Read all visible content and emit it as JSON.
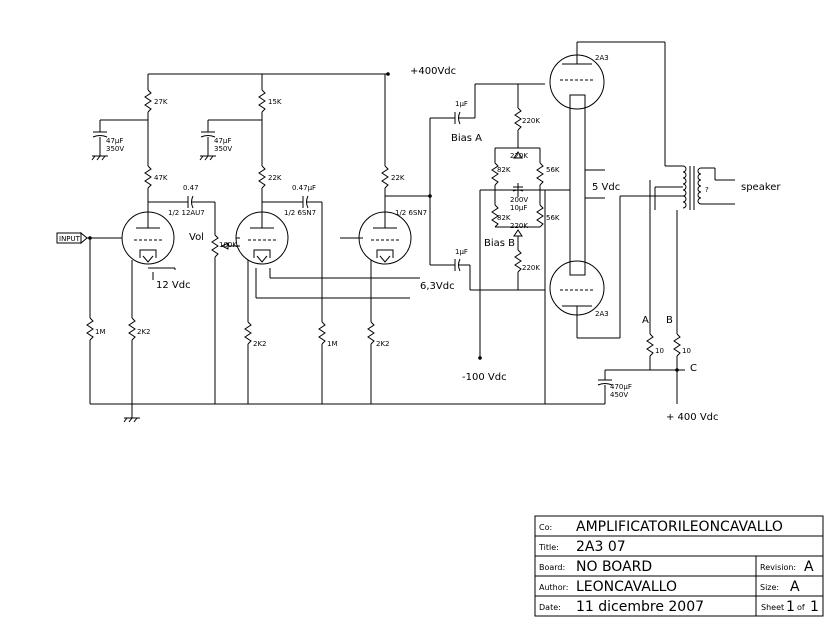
{
  "supply": {
    "b_plus": "+400Vdc",
    "filament_5v": "5 Vdc",
    "filament_6v3": "6,3Vdc",
    "bias_neg": "-100 Vdc",
    "heater_12v": "12 Vdc",
    "b_plus_out": "+ 400 Vdc"
  },
  "tubes": {
    "v1": "1/2 12AU7",
    "v2": "1/2 6SN7",
    "v3": "1/2 6SN7",
    "v4": "2A3",
    "v5": "2A3"
  },
  "components": {
    "r27k": "27K",
    "r47k": "47K",
    "r15k": "15K",
    "r22k_a": "22K",
    "r22k_b": "22K",
    "c47u_a": "47μF",
    "c350_a": "350V",
    "c47u_b": "47μF",
    "c350_b": "350V",
    "c047_a": "0.47",
    "c047_b": "0.47μF",
    "vol": "Vol",
    "r100k": "100K",
    "r1m_a": "1M",
    "r2k2_a": "2K2",
    "r2k2_b": "2K2",
    "r1m_b": "1M",
    "r2k2_c": "2K2",
    "c1u_a": "1μF",
    "c1u_b": "1μF",
    "bias_a": "Bias A",
    "bias_b": "Bias B",
    "r220k_a": "220K",
    "r220k_b": "220K",
    "r220k_c": "220K",
    "r220k_d": "220K",
    "r82k_a": "82K",
    "r82k_b": "82K",
    "r56k_a": "56K",
    "r56k_b": "56K",
    "c200v": "200V",
    "c10u": "10μF",
    "r10_a": "10",
    "r10_b": "10",
    "c470u": "470μF",
    "c450v": "450V",
    "pt_a": "A",
    "pt_b": "B",
    "pt_c": "C",
    "input": "INPUT",
    "speaker": "speaker",
    "xfmr_pin": "?"
  },
  "title_block": {
    "co_label": "Co:",
    "co_value": "AMPLIFICATORILEONCAVALLO",
    "title_label": "Title:",
    "title_value": "2A3 07",
    "board_label": "Board:",
    "board_value": "NO BOARD",
    "revision_label": "Revision:",
    "revision_value": "A",
    "author_label": "Author:",
    "author_value": "LEONCAVALLO",
    "size_label": "Size:",
    "size_value": "A",
    "date_label": "Date:",
    "date_value": "11 dicembre 2007",
    "sheet_label": "Sheet",
    "sheet_num": "1",
    "sheet_of": "of",
    "sheet_total": "1"
  }
}
